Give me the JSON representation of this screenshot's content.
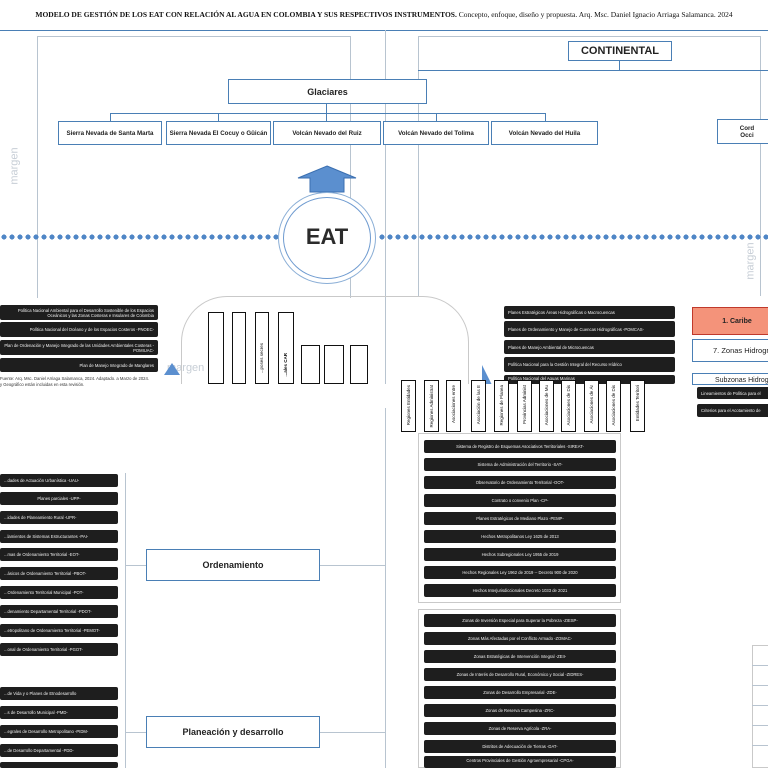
{
  "header": {
    "bold_text": "MODELO DE GESTIÓN DE LOS EAT CON RELACIÓN AL AGUA EN COLOMBIA Y SUS RESPECTIVOS INSTRUMENTOS.",
    "rest_text": " Concepto, enfoque, diseño y propuesta.  Arq. Msc. Daniel Ignacio Arriaga Salamanca. 2024"
  },
  "continental": "CONTINENTAL",
  "glaciares": {
    "title": "Glaciares",
    "items": [
      "Sierra Nevada de Santa Marta",
      "Sierra Nevada El Cocuy o Güicán",
      "Volcán Nevado del Ruiz",
      "Volcán Nevado del Tolima",
      "Volcán Nevado del Huila"
    ]
  },
  "cordillera_partial": "Cord\nOcci",
  "eat_label": "EAT",
  "margen": "margen",
  "left_policies": [
    "Política Nacional Ambiental para el Desarrollo Sostenible de los Espacios Oceánicos y las Zonas Costeras e Insulares de Colombia",
    "Política Nacional del Océano y de los Espacios Costeros -PNOEC-",
    "Plan de Ordenación y Manejo Integrado de las Unidades Ambientales Costeras -POMIUAC-",
    "Plan de Manejo Integrado de Manglares"
  ],
  "source_note": {
    "line1": "Fuente: Arq. Msc. Daniel Arriaga Salamanca, 2024. Adaptado. a Marzo de 2024.",
    "line2": "y Geográfico están incluidas en esta revisión."
  },
  "right_policies": [
    "Planes Estratégicos Áreas Hidrográficas o Macrocuencas",
    "Planes de Ordenamiento y Manejo de Cuencas Hidrográficas -POMCAS-",
    "Planes de Manejo Ambiental de Microcuencas",
    "Política Nacional para la Gestión Integral del Recurso Hídrico",
    "Política Nacional del Aguas Marinas"
  ],
  "caribe": {
    "label": "1. Caribe",
    "color": "#f4937a"
  },
  "zonas_hidro": "7. Zonas Hidrogr",
  "subzonas": "Subzonas Hidrogr",
  "right_small": [
    "Lineamientos de Política para el",
    "Criterios para el Acotamiento de"
  ],
  "vertical_labels_left": [
    "...ales CAR",
    "...poses secres"
  ],
  "vertical_labels": [
    "Regiones Entidades",
    "Regiones Administrat",
    "Asociaciones entre",
    "Asociación de las E",
    "Regiones de Planea",
    "Provincias Administ",
    "Asociaciones de Mu",
    "Asociaciones de Dis",
    "Asociaciones de Ár",
    "Asociaciones de Dis",
    "Entidades Territori"
  ],
  "center_list_1": [
    "Sistema de Registro de Esquemas Asociativos Territoriales -SIREAT-",
    "Sistema de Administración del Territorio -SAT-",
    "Observatorio de Ordenamiento Territorial -OOT-",
    "Contrato o convenio Plan -CP-",
    "Planes Estratégicos de Mediano Plazo -PEMP-",
    "Hechos Metropolitanos Ley 1625 de 2013",
    "Hechos Subregionales Ley 1955 de 2019",
    "Hechos Regionales Ley 1962 de 2019 -- Decreto 900 de 2020",
    "Hechos Interjurisdiccionales Decreto 1033 de 2021"
  ],
  "center_list_2": [
    "Zonas de Inversión Especial para Superar la Pobreza -ZIESP-",
    "Zonas Más Afectadas por el Conflicto Armado -ZOMAC-",
    "Zonas Estratégicas de Intervención Integral -ZEII-",
    "Zonas de Interés de Desarrollo Rural, Económico y Social -ZIDRES-",
    "Zonas de Desarrollo Empresarial -ZDE-",
    "Zonas de Reserva Campesina -ZRC-",
    "Zonas de Reserva Agrícola -ZRA-",
    "Distritos de Adecuación de Tierras -DAT-",
    "Centros Provinciales de Gestión Agroempresarial -CPGA-"
  ],
  "ordenamiento": {
    "title": "Ordenamiento",
    "items": [
      "...dades de Actuación Urbanística -UAU-",
      "Planes parciales -UPP-",
      "...idades de Planeamiento Rural -UPR-",
      "...lamientos de Sistemas Estructurantes -PAI-",
      "...mas de Ordenamiento Territorial -EOT-",
      "...ásicos de Ordenamiento Territorial -PBOT-",
      "...Ordenamiento Territorial Municipal -POT-",
      "...denamiento Departamental Territorial -PDOT-",
      "...etropolitano de Ordenamiento Territorial -PEMOT-",
      "...onal de Ordenamiento Territorial -PGOT-"
    ]
  },
  "planeacion": {
    "title": "Planeación y desarrollo",
    "items": [
      "...de Vida y o Planes de Etnodesarrollo",
      "...s de Desarrollo Municipal -PMD-",
      "...egrales de Desarrollo Metropolitano -PIDM-",
      "...de Desarrollo Departamental -PDD-"
    ]
  }
}
